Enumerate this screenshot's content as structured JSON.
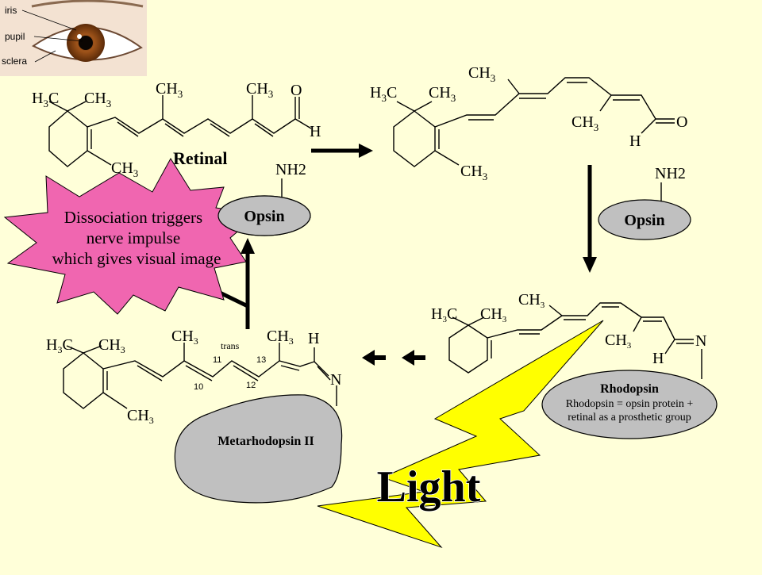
{
  "eye_inset": {
    "labels": [
      "iris",
      "pupil",
      "sclera"
    ]
  },
  "molecules": {
    "retinal_label": "Retinal",
    "opsin_label": "Opsin",
    "nh2_label": "NH2",
    "rhodopsin_title": "Rhodopsin",
    "rhodopsin_note_line1": "Rhodopsin = opsin protein +",
    "rhodopsin_note_line2": "retinal as a prosthetic group",
    "metarhodopsin_label": "Metarhodopsin II",
    "trans_label": "trans",
    "carbon_numbers": [
      "10",
      "11",
      "12",
      "13"
    ]
  },
  "burst": {
    "line1": "Dissociation triggers",
    "line2": "nerve impulse",
    "line3": "which gives visual image"
  },
  "light": {
    "label": "Light"
  },
  "colors": {
    "background": "#FFFFD9",
    "burst_fill": "#F066B0",
    "lightning_fill": "#FFFF00",
    "protein_fill": "#C0C0C0"
  }
}
